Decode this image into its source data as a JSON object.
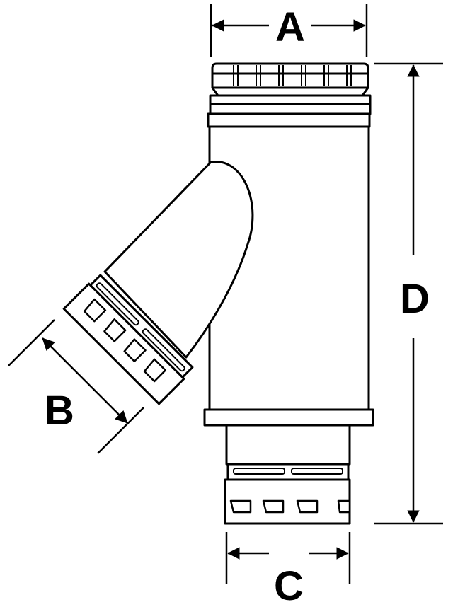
{
  "colors": {
    "line": "#000000",
    "fill": "#ffffff"
  },
  "labels": {
    "a": "A",
    "b": "B",
    "c": "C",
    "d": "D"
  }
}
